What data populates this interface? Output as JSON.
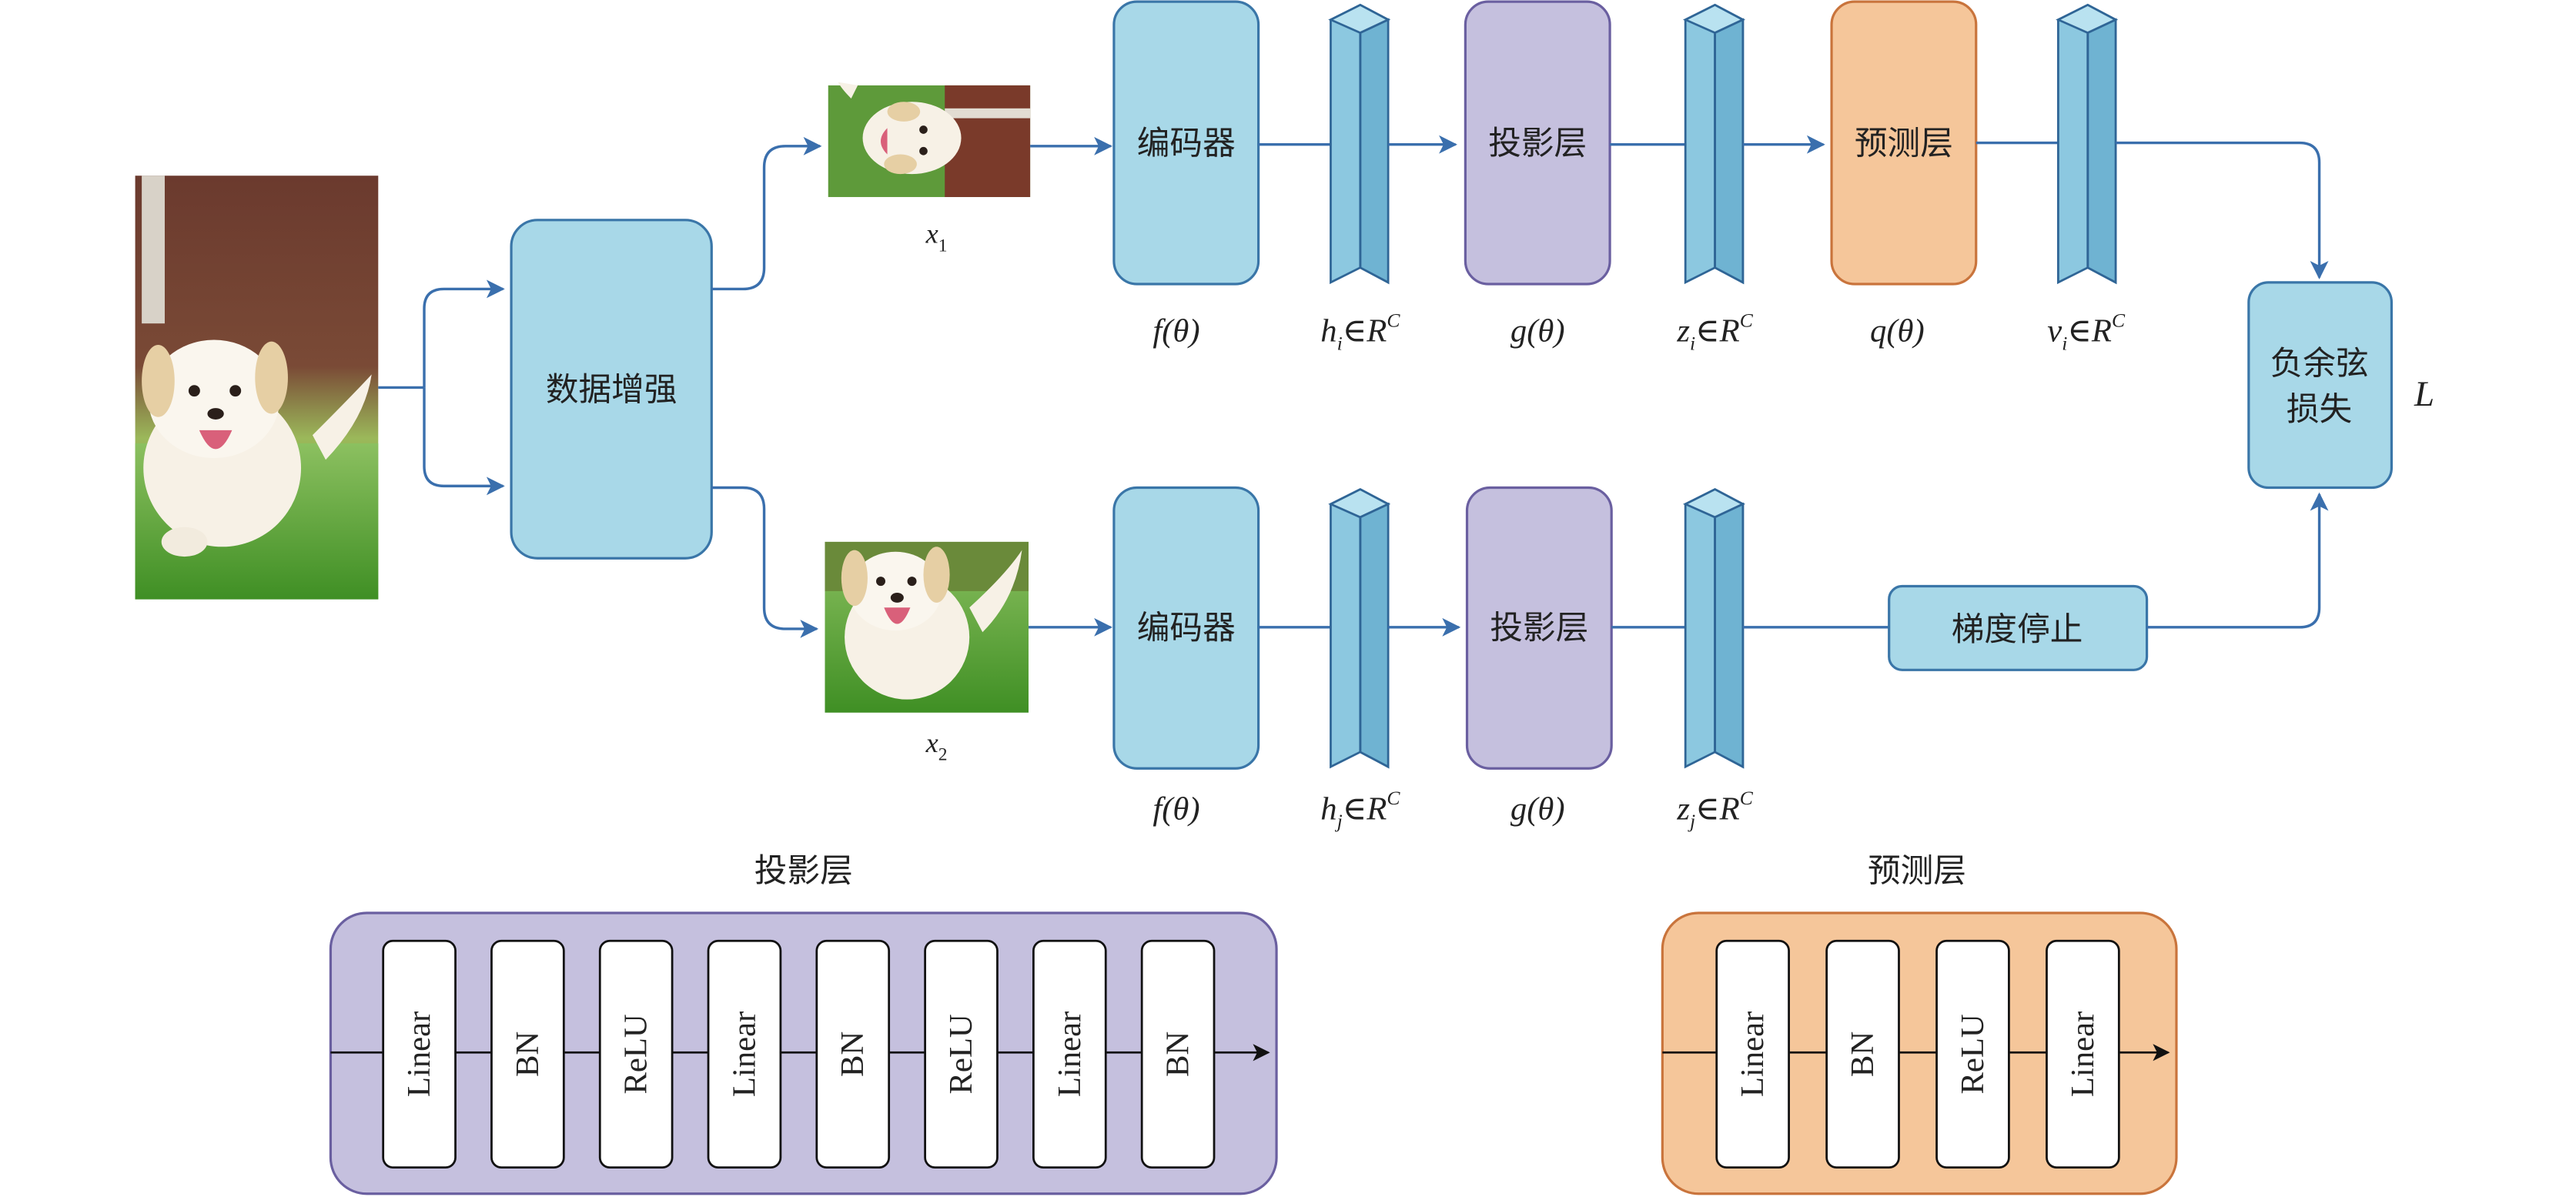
{
  "labels": {
    "augment": "数据增强",
    "encoder": "编码器",
    "projector": "投影层",
    "predictor": "预测层",
    "stop_grad": "梯度停止",
    "loss_line1": "负余弦",
    "loss_line2": "损失",
    "loss_symbol": "L",
    "x1": "x",
    "x1_sub": "1",
    "x2": "x",
    "x2_sub": "2"
  },
  "functions": {
    "f_theta": "f(θ)",
    "g_theta": "g(θ)",
    "q_theta": "q(θ)"
  },
  "vectors": {
    "h_i": {
      "var": "h",
      "sub": "i",
      "rel": "∈",
      "space": "R",
      "sup": "C"
    },
    "z_i": {
      "var": "z",
      "sub": "i",
      "rel": "∈",
      "space": "R",
      "sup": "C"
    },
    "v_i": {
      "var": "v",
      "sub": "i",
      "rel": "∈",
      "space": "R",
      "sup": "C"
    },
    "h_j": {
      "var": "h",
      "sub": "j",
      "rel": "∈",
      "space": "R",
      "sup": "C"
    },
    "z_j": {
      "var": "z",
      "sub": "j",
      "rel": "∈",
      "space": "R",
      "sup": "C"
    }
  },
  "projector_detail": {
    "title": "投影层",
    "layers": [
      "Linear",
      "BN",
      "ReLU",
      "Linear",
      "BN",
      "ReLU",
      "Linear",
      "BN"
    ]
  },
  "predictor_detail": {
    "title": "预测层",
    "layers": [
      "Linear",
      "BN",
      "ReLU",
      "Linear"
    ]
  },
  "colors": {
    "blue_fill": "#a8d8e8",
    "blue_stroke": "#3a76a8",
    "purple_fill": "#c5c0de",
    "purple_stroke": "#6a5fa0",
    "orange_fill": "#f5c69a",
    "orange_stroke": "#c9743c",
    "arrow": "#3a6fad",
    "text": "#222222"
  }
}
